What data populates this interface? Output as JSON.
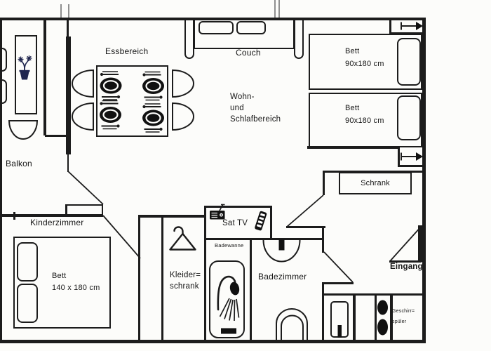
{
  "meta": {
    "type": "apartment floor plan (scanned drawing)",
    "colors": {
      "line": "#1c1c1c",
      "background": "#fcfcfa",
      "plant_accent": "#20264f"
    }
  },
  "labels": {
    "balkon": "Balkon",
    "essbereich": "Essbereich",
    "couch": "Couch",
    "wohn_line1": "Wohn-",
    "wohn_line2": "und",
    "wohn_line3": "Schlafbereich",
    "bett": "Bett",
    "bett_size_90": "90x180 cm",
    "schrank": "Schrank",
    "kinderzimmer": "Kinderzimmer",
    "bett_size_140": "140 x 180 cm",
    "kleider_line1": "Kleider=",
    "kleider_line2": "schrank",
    "sat_tv": "Sat TV",
    "badewanne": "Badewanne",
    "badezimmer": "Badezimmer",
    "eingang": "Eingang",
    "geschirr_line1": "Geschirr=",
    "geschirr_line2": "spüler"
  },
  "icons": {
    "window": "window-arrow-icon",
    "entrance_door": "door-swing-icon",
    "plant": "plant-icon",
    "hanger": "hanger-icon",
    "tv": "tv-icon",
    "remote": "remote-control-icon",
    "shower": "shower-icon",
    "sink": "sink-icon",
    "toilet": "toilet-icon",
    "place_setting": "place-setting-icon",
    "burners": "cooktop-burner-icon",
    "appliance": "appliance-door-icon"
  }
}
